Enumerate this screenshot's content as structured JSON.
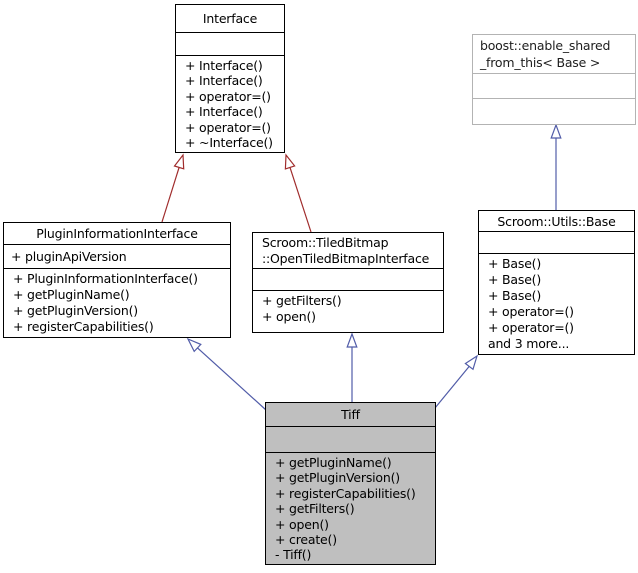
{
  "diagram": {
    "type": "uml-inheritance-diagram",
    "colors": {
      "background": "#ffffff",
      "node_border": "#000000",
      "external_node_border": "#b3b3b3",
      "current_node_fill": "#bfbfbf",
      "public_inheritance_edge": "#515ca8",
      "private_inheritance_edge": "#a02c2c"
    }
  },
  "classes": {
    "interface": {
      "title": "Interface",
      "methods": [
        "+ Interface()",
        "+ Interface()",
        "+ operator=()",
        "+ Interface()",
        "+ operator=()",
        "+ ~Interface()"
      ]
    },
    "boost_enable_shared": {
      "title_line1": "boost::enable_shared",
      "title_line2": "_from_this< Base >"
    },
    "plugin_information_interface": {
      "title": "PluginInformationInterface",
      "attribute": "+ pluginApiVersion",
      "methods": [
        "+ PluginInformationInterface()",
        "+ getPluginName()",
        "+ getPluginVersion()",
        "+ registerCapabilities()"
      ]
    },
    "open_tiled_bitmap_interface": {
      "title_line1": "Scroom::TiledBitmap",
      "title_line2": "::OpenTiledBitmapInterface",
      "methods": [
        "+ getFilters()",
        "+ open()"
      ]
    },
    "scroom_utils_base": {
      "title": "Scroom::Utils::Base",
      "methods": [
        "+ Base()",
        "+ Base()",
        "+ Base()",
        "+ operator=()",
        "+ operator=()",
        "and 3 more..."
      ]
    },
    "tiff": {
      "title": "Tiff",
      "methods": [
        "+ getPluginName()",
        "+ getPluginVersion()",
        "+ registerCapabilities()",
        "+ getFilters()",
        "+ open()",
        "+ create()",
        "- Tiff()"
      ]
    }
  }
}
